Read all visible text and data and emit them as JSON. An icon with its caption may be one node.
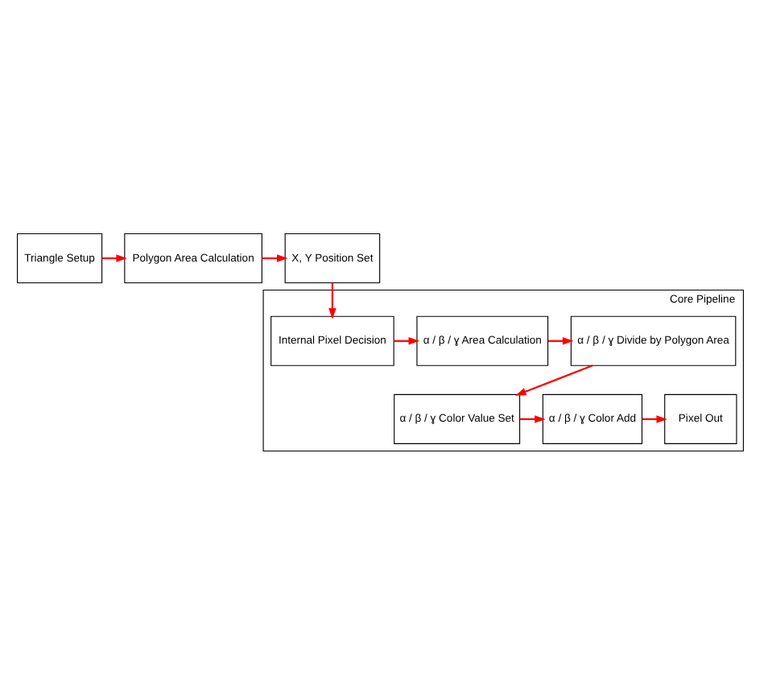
{
  "diagram": {
    "nodes": [
      {
        "text": [
          "Triangle Setup"
        ]
      },
      {
        "text": [
          "Polygon Area Calculation"
        ]
      },
      {
        "text": [
          "X, Y Position Set"
        ]
      },
      {
        "text": [
          "Core Pipeline"
        ]
      },
      {
        "text": [
          "Internal Pixel Decision"
        ],
        "in": 3
      },
      {
        "text": [
          "α / β / ɣ Area Calculation"
        ],
        "in": 3
      },
      {
        "text": [
          "α / β / ɣ Divide by Polygon Area"
        ],
        "in": 3
      },
      {
        "text": [
          "α / β / ɣ Color Value Set"
        ],
        "in": 3
      },
      {
        "text": [
          "α / β / ɣ Color Add"
        ],
        "in": 3
      },
      {
        "text": [
          "Pixel Out"
        ],
        "in": 3
      }
    ],
    "edges": [
      {
        "from": 0,
        "to": 1,
        "arrow": "to"
      },
      {
        "from": 1,
        "to": 2,
        "arrow": "to"
      },
      {
        "from": 2,
        "to": 4,
        "arrow": "to"
      },
      {
        "from": 4,
        "to": 5,
        "arrow": "to"
      },
      {
        "from": 5,
        "to": 6,
        "arrow": "to"
      },
      {
        "from": 6,
        "to": 7,
        "arrow": "to"
      },
      {
        "from": 7,
        "to": 8,
        "arrow": "to"
      },
      {
        "from": 8,
        "to": 9,
        "arrow": "to"
      }
    ]
  }
}
